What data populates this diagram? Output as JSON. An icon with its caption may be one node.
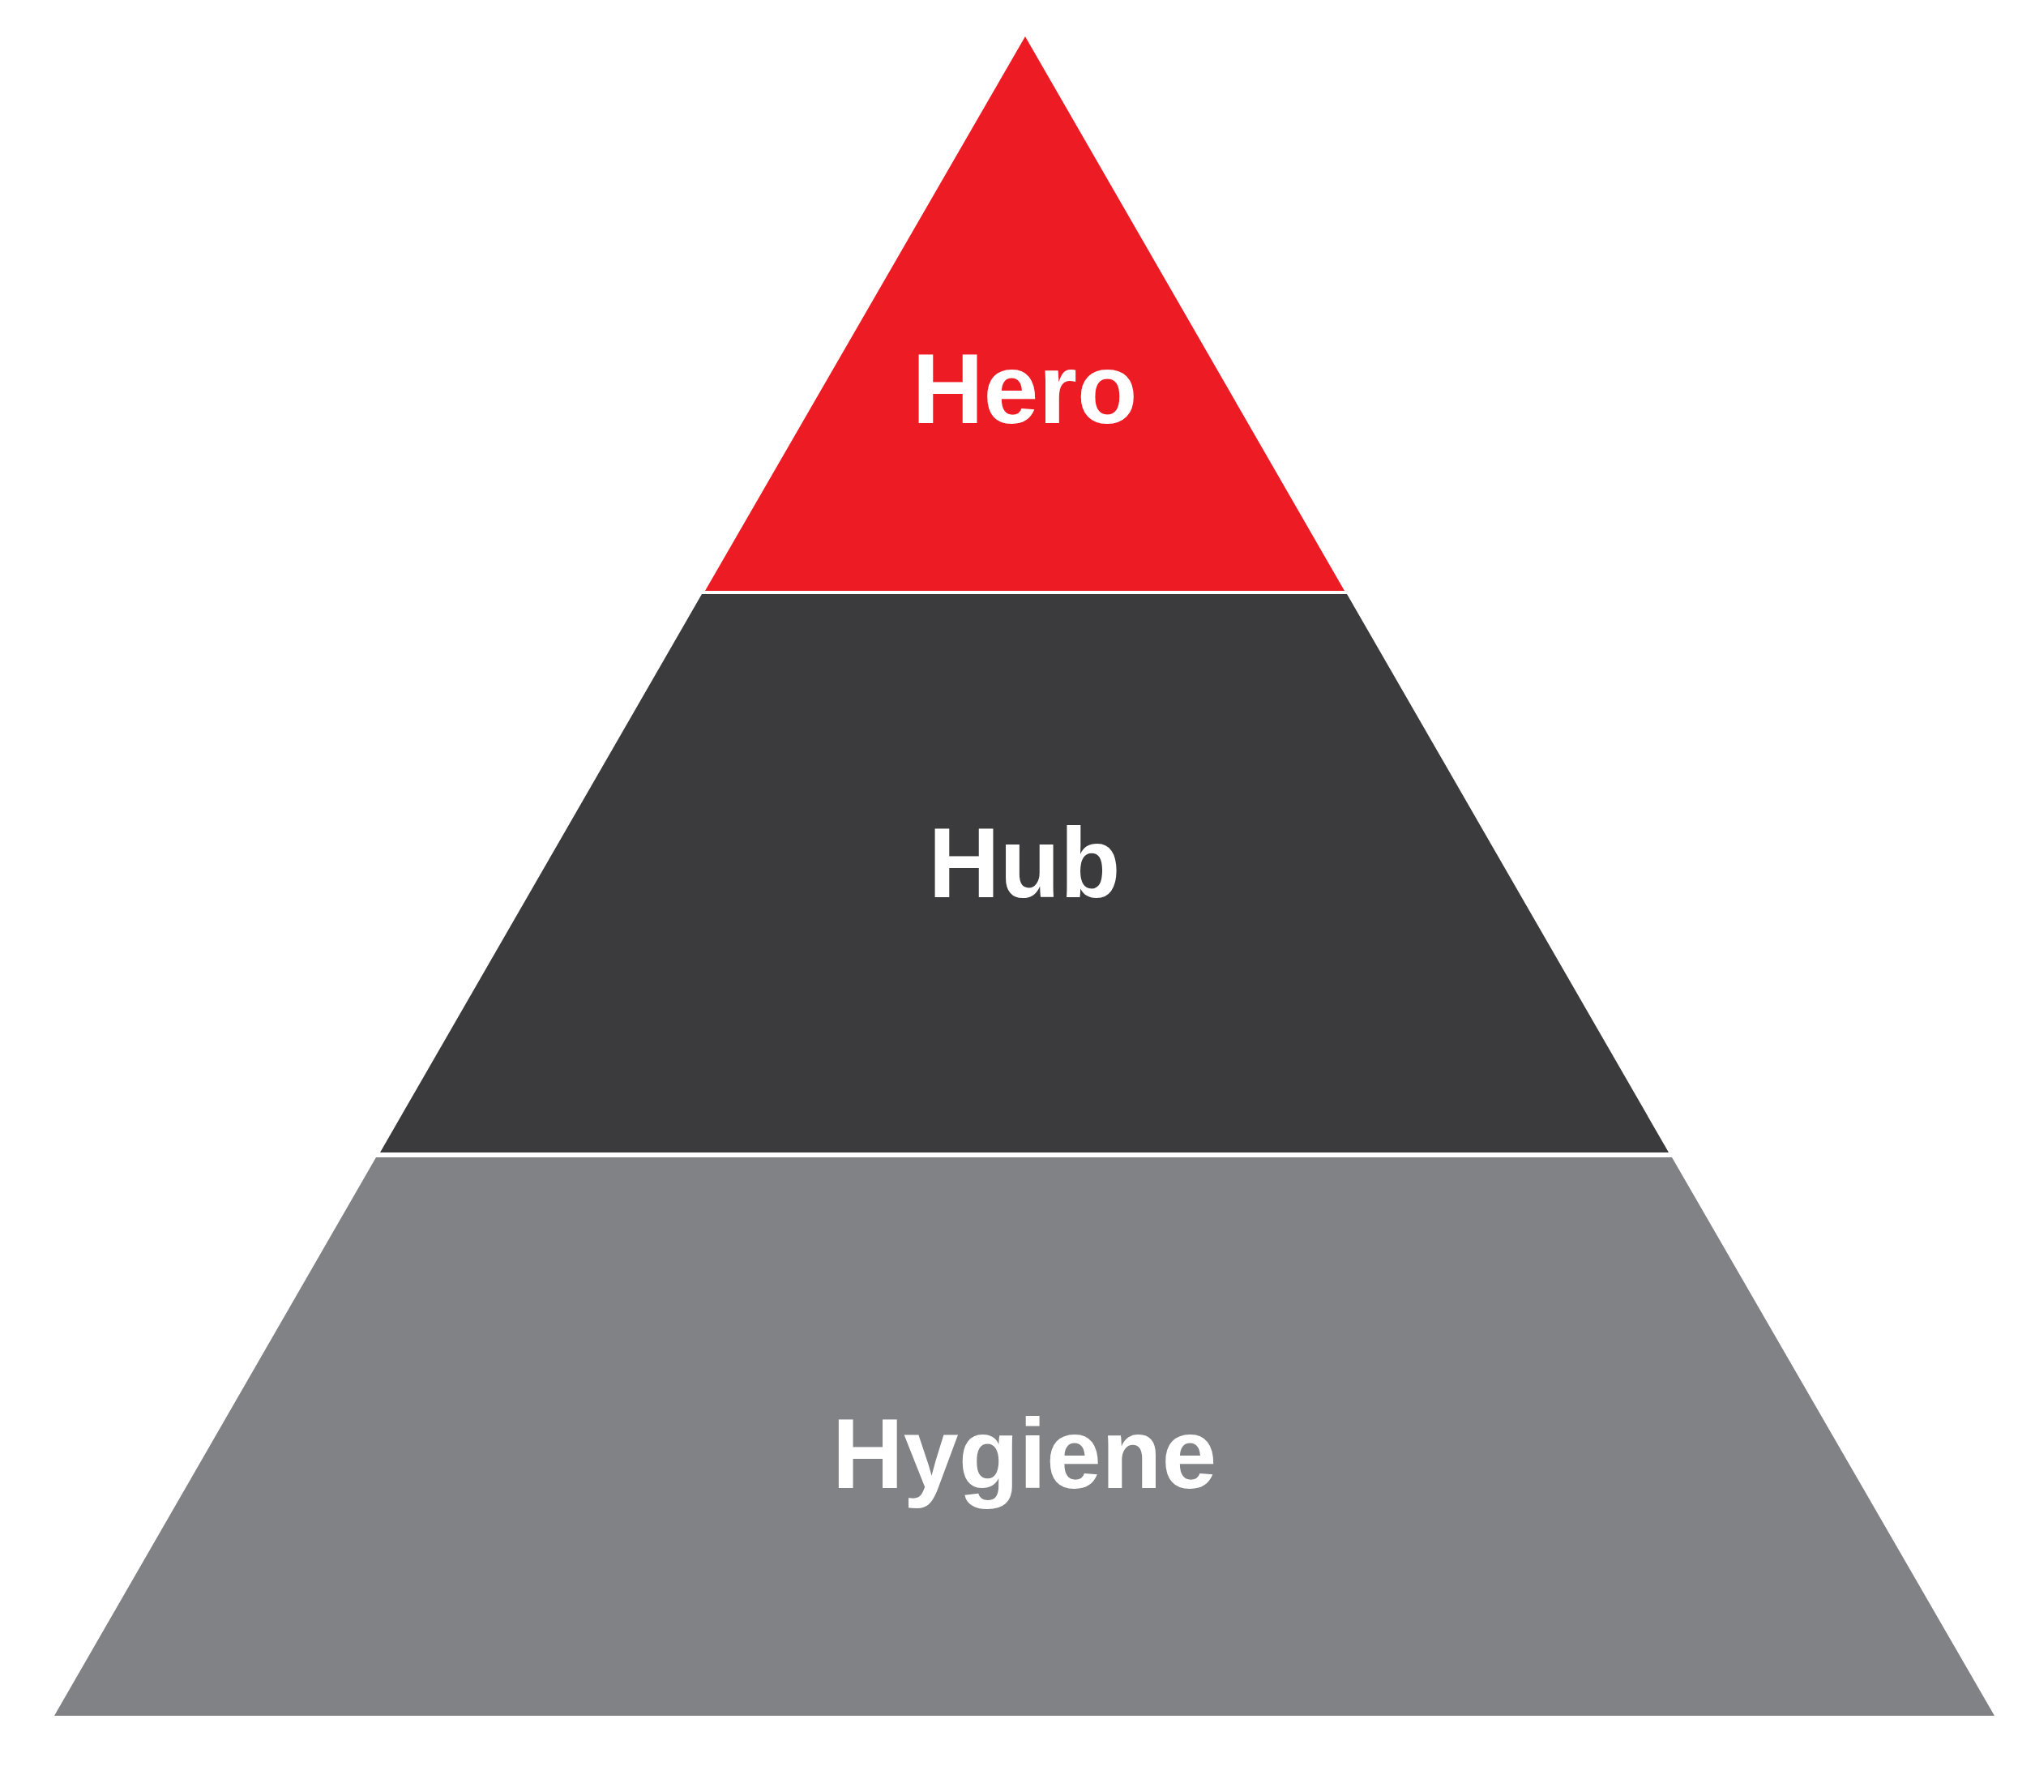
{
  "diagram": {
    "nodes": [
      {
        "text": [
          "Hero"
        ]
      },
      {
        "text": [
          "Hub"
        ]
      },
      {
        "text": [
          "Hygiene"
        ]
      }
    ]
  }
}
